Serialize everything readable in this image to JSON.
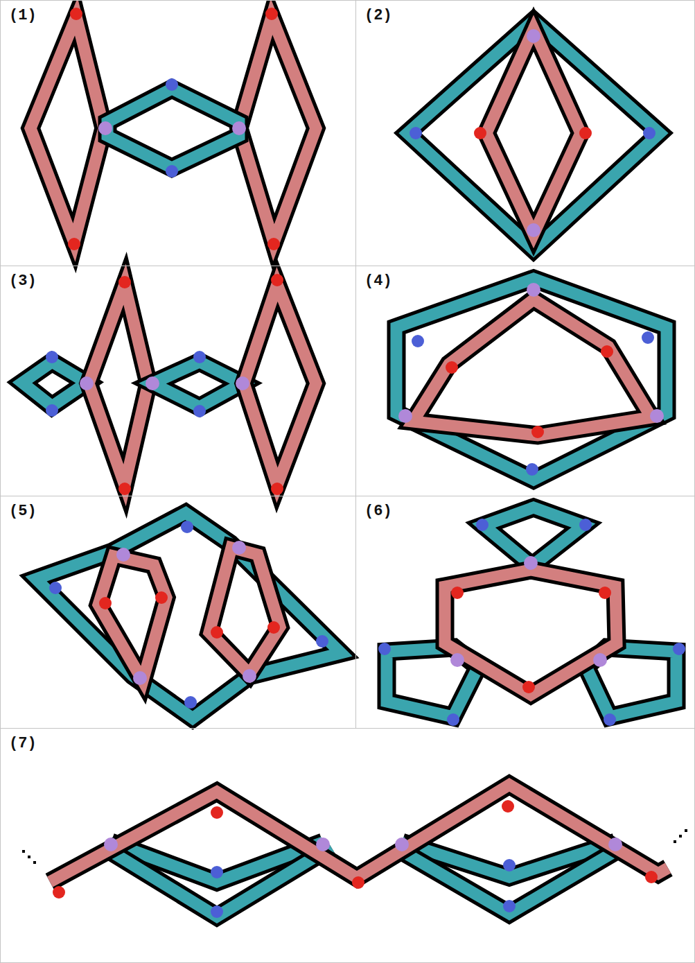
{
  "diagram": {
    "nodes": [
      {
        "text": [
          "(1)"
        ]
      },
      {
        "text": [
          "(2)"
        ]
      },
      {
        "text": [
          "(3)"
        ]
      },
      {
        "text": [
          "(4)"
        ]
      },
      {
        "text": [
          "(5)"
        ]
      },
      {
        "text": [
          "(6)"
        ]
      },
      {
        "text": [
          "(7)"
        ]
      }
    ]
  }
}
